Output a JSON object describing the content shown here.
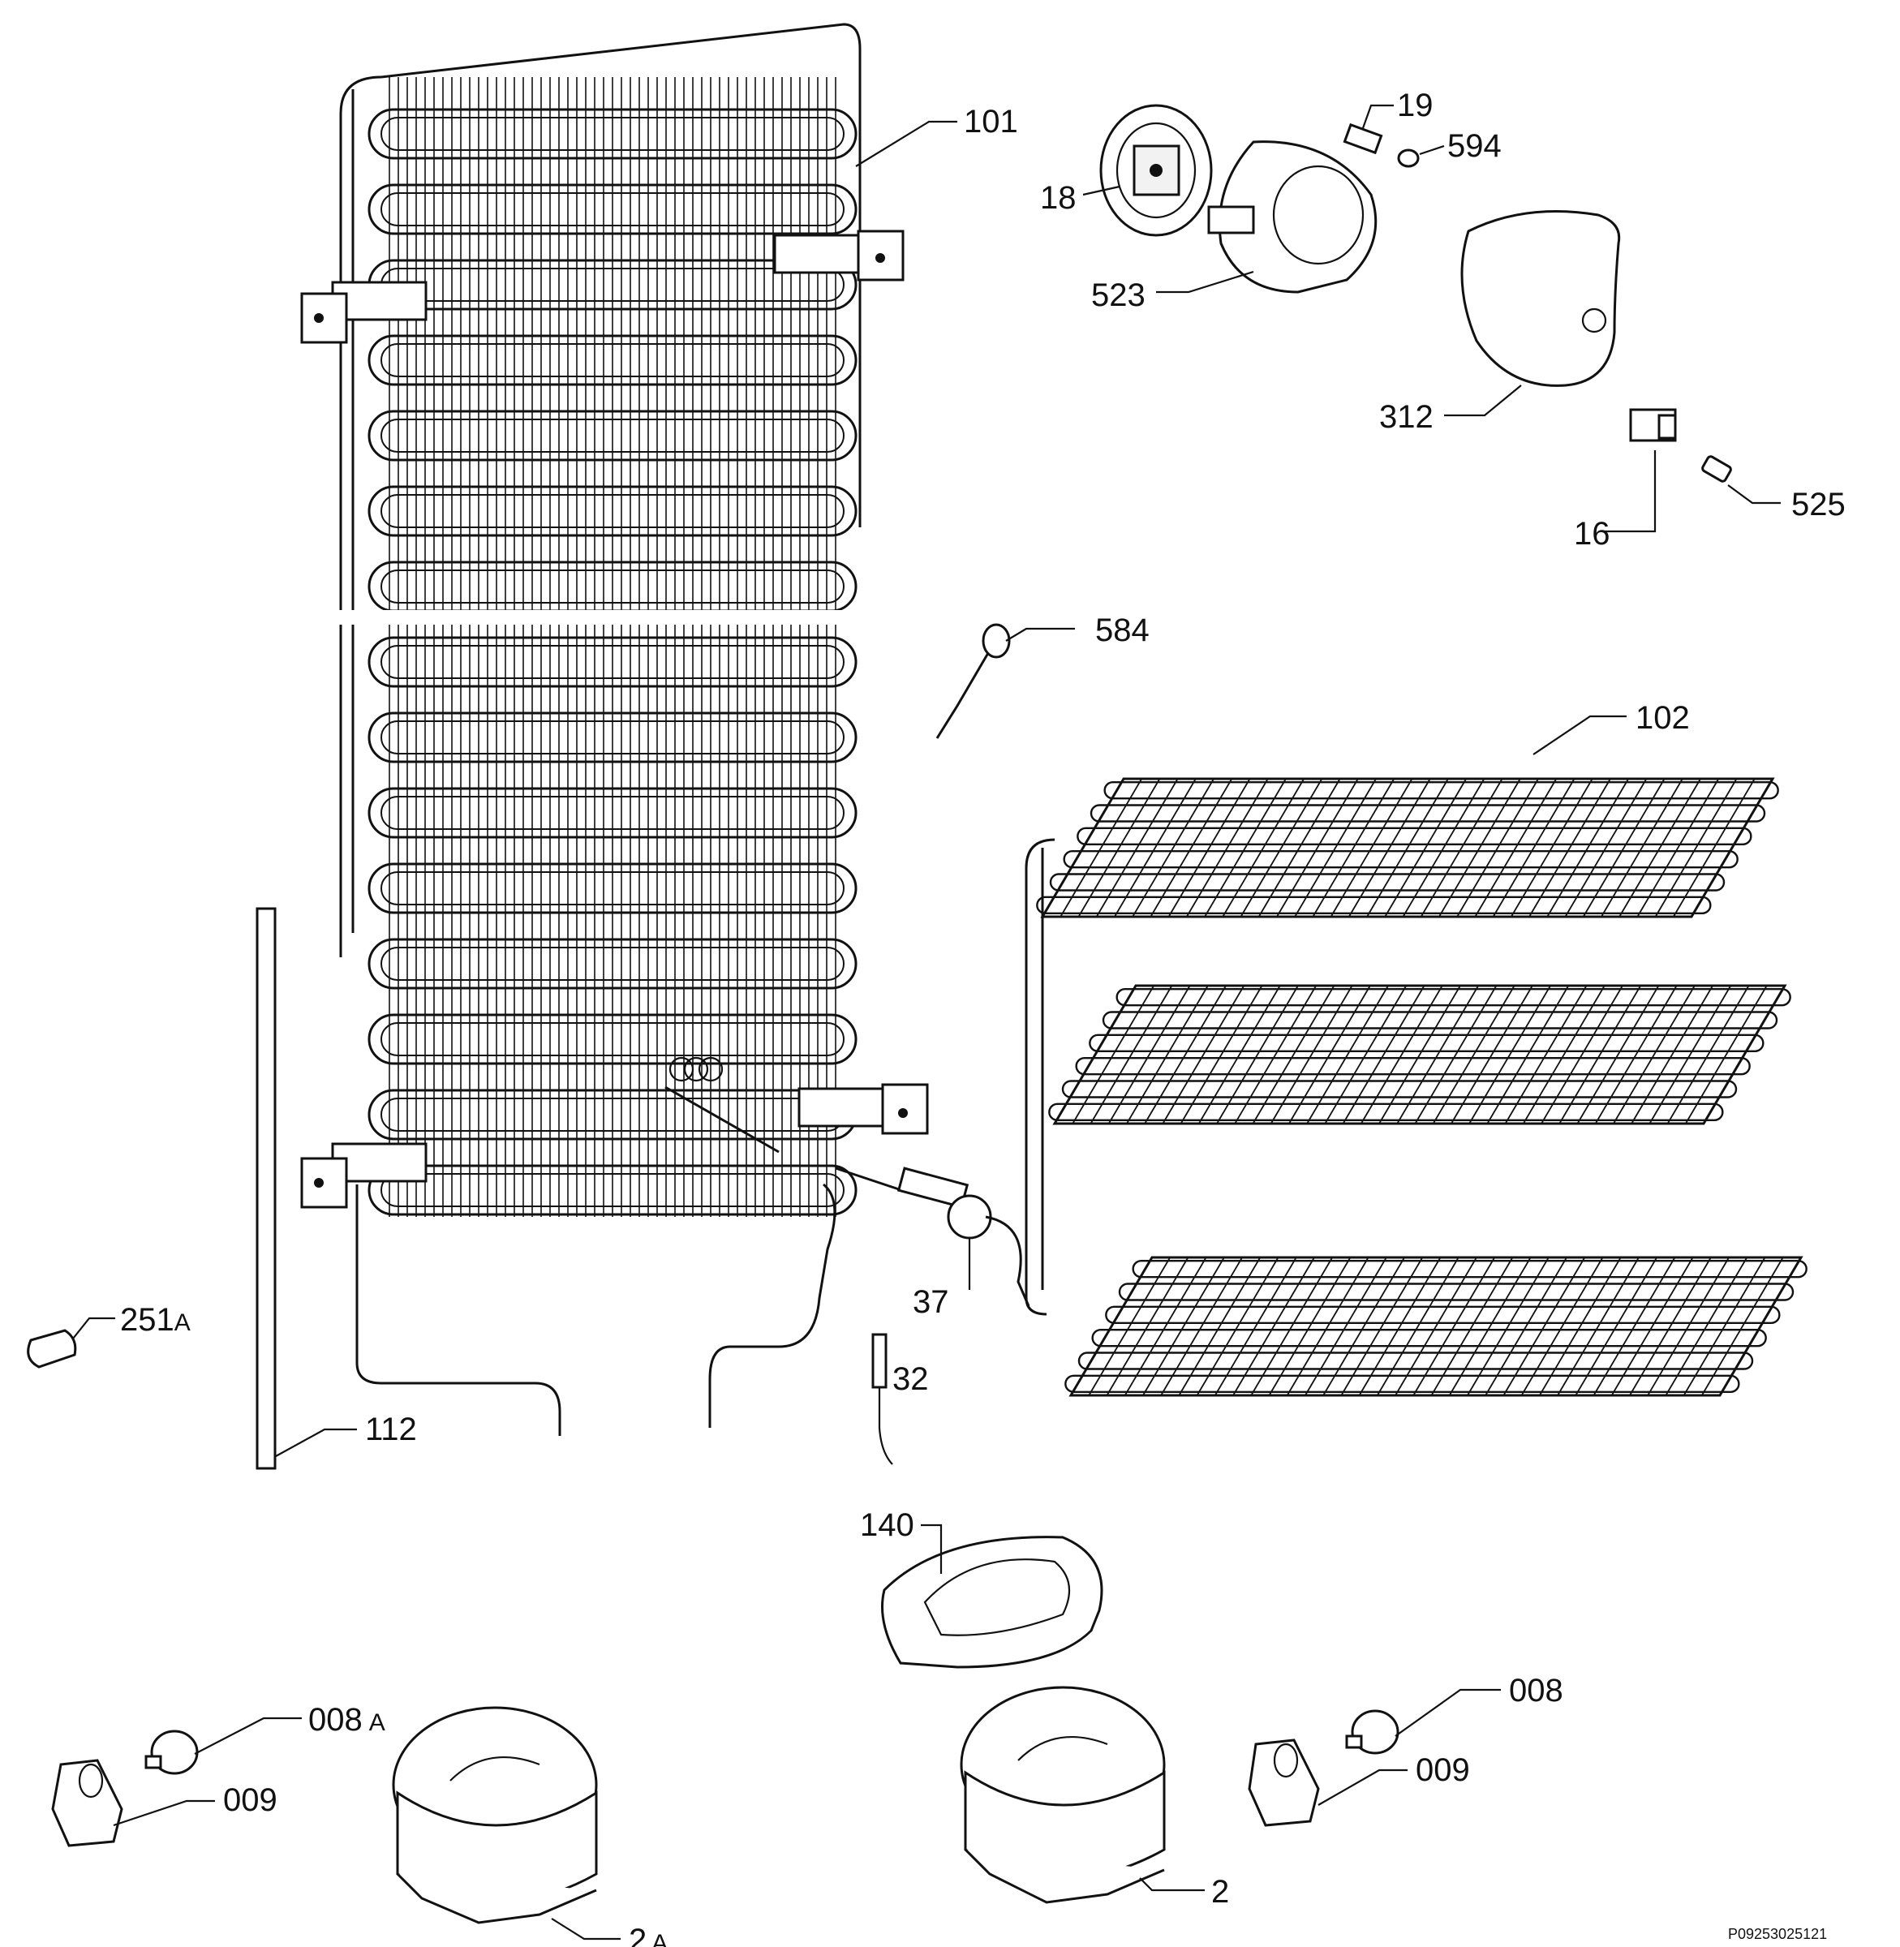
{
  "labels": {
    "p101": "101",
    "p18": "18",
    "p19": "19",
    "p594": "594",
    "p523": "523",
    "p312": "312",
    "p16": "16",
    "p525": "525",
    "p584": "584",
    "p102": "102",
    "p251": "251",
    "p251_suffix": "A",
    "p37": "37",
    "p32": "32",
    "p112": "112",
    "p140": "140",
    "p008a": "008",
    "p008a_suffix": "A",
    "p009_left": "009",
    "p2a": "2",
    "p2a_suffix": "A",
    "p008": "008",
    "p009_right": "009",
    "p2": "2"
  },
  "reference_code": "P09253025121"
}
